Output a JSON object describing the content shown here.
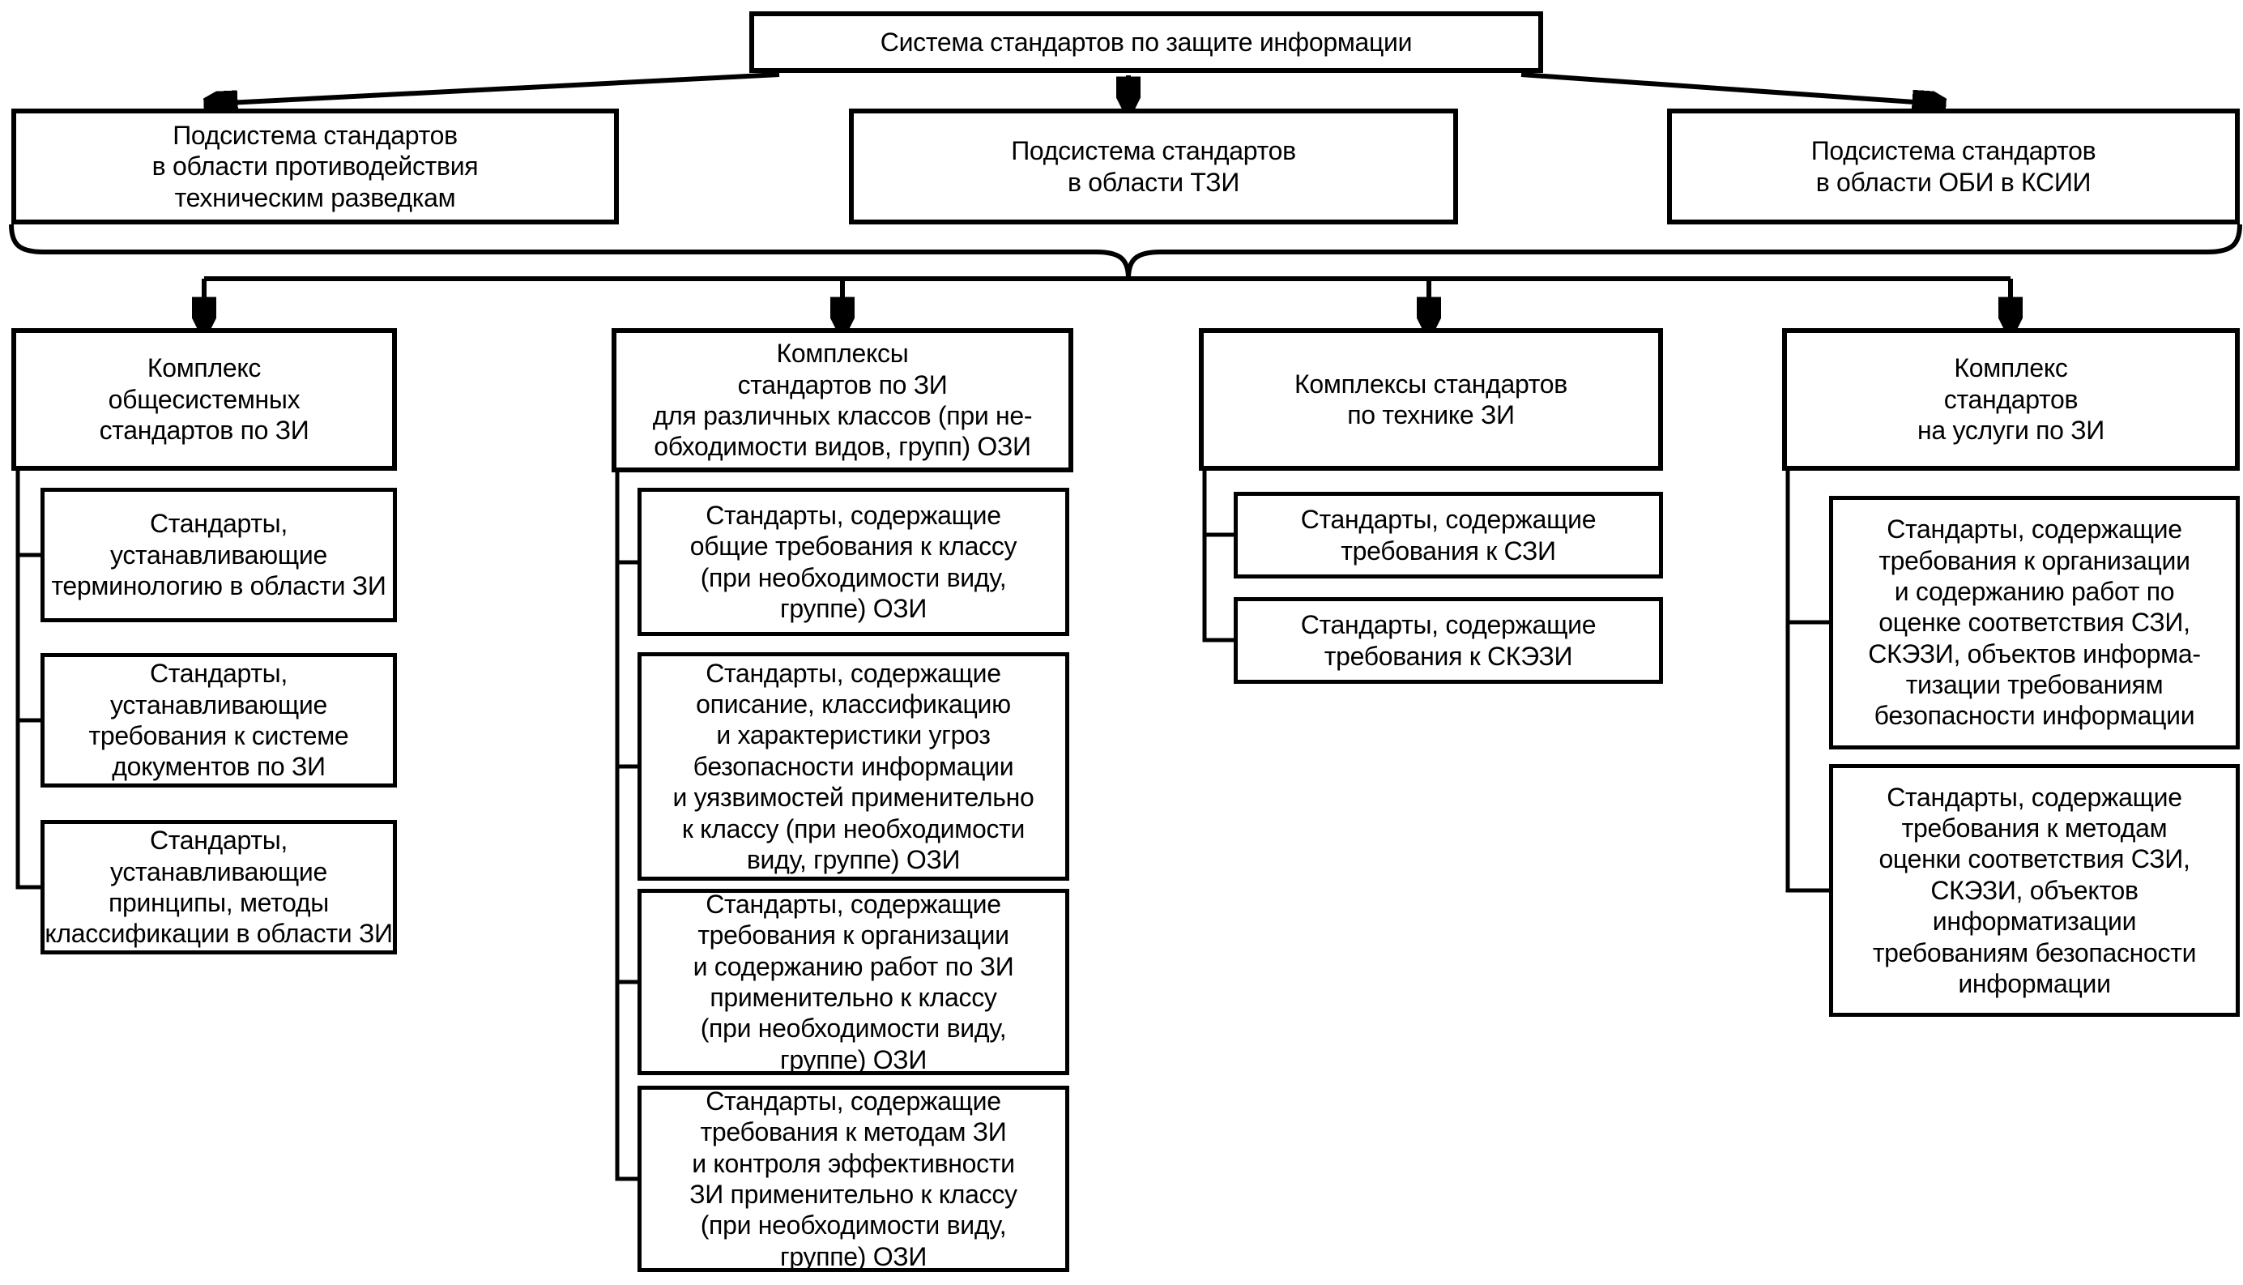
{
  "root": {
    "label": "Система стандартов по защите информации"
  },
  "subsystems": [
    {
      "label": "Подсистема стандартов\nв области противодействия\nтехническим разведкам"
    },
    {
      "label": "Подсистема стандартов\nв области ТЗИ"
    },
    {
      "label": "Подсистема стандартов\nв области ОБИ в КСИИ"
    }
  ],
  "complexes": [
    {
      "header": "Комплекс\nобщесистемных\nстандартов по ЗИ",
      "children": [
        "Стандарты,\nустанавливающие\nтерминологию в области ЗИ",
        "Стандарты,\nустанавливающие\nтребования к системе\nдокументов по ЗИ",
        "Стандарты,\nустанавливающие\nпринципы, методы\nклассификации в области ЗИ"
      ]
    },
    {
      "header": "Комплексы\nстандартов по ЗИ\nдля различных классов (при не-\nобходимости видов, групп) ОЗИ",
      "children": [
        "Стандарты, содержащие\nобщие требования к классу\n(при необходимости виду,\nгруппе) ОЗИ",
        "Стандарты, содержащие\nописание, классификацию\nи характеристики угроз\nбезопасности информации\nи уязвимостей применительно\nк классу (при необходимости\nвиду, группе) ОЗИ",
        "Стандарты, содержащие\nтребования к организации\nи содержанию работ по ЗИ\nприменительно к классу\n(при необходимости виду,\nгруппе) ОЗИ",
        "Стандарты, содержащие\nтребования к методам ЗИ\nи контроля эффективности\nЗИ применительно к классу\n(при необходимости виду,\nгруппе) ОЗИ"
      ]
    },
    {
      "header": "Комплексы стандартов\nпо технике ЗИ",
      "children": [
        "Стандарты, содержащие\nтребования к СЗИ",
        "Стандарты, содержащие\nтребования к СКЭЗИ"
      ]
    },
    {
      "header": "Комплекс\nстандартов\nна услуги по ЗИ",
      "children": [
        "Стандарты, содержащие\nтребования к организации\nи содержанию работ по\nоценке соответствия СЗИ,\nСКЭЗИ, объектов информа-\nтизации требованиям\nбезопасности информации",
        "Стандарты, содержащие\nтребования к методам\nоценки соответствия СЗИ,\nСКЭЗИ, объектов\nинформатизации\nтребованиям безопасности\nинформации"
      ]
    }
  ],
  "colors": {
    "line": "#000000",
    "background": "#ffffff",
    "text": "#000000"
  }
}
